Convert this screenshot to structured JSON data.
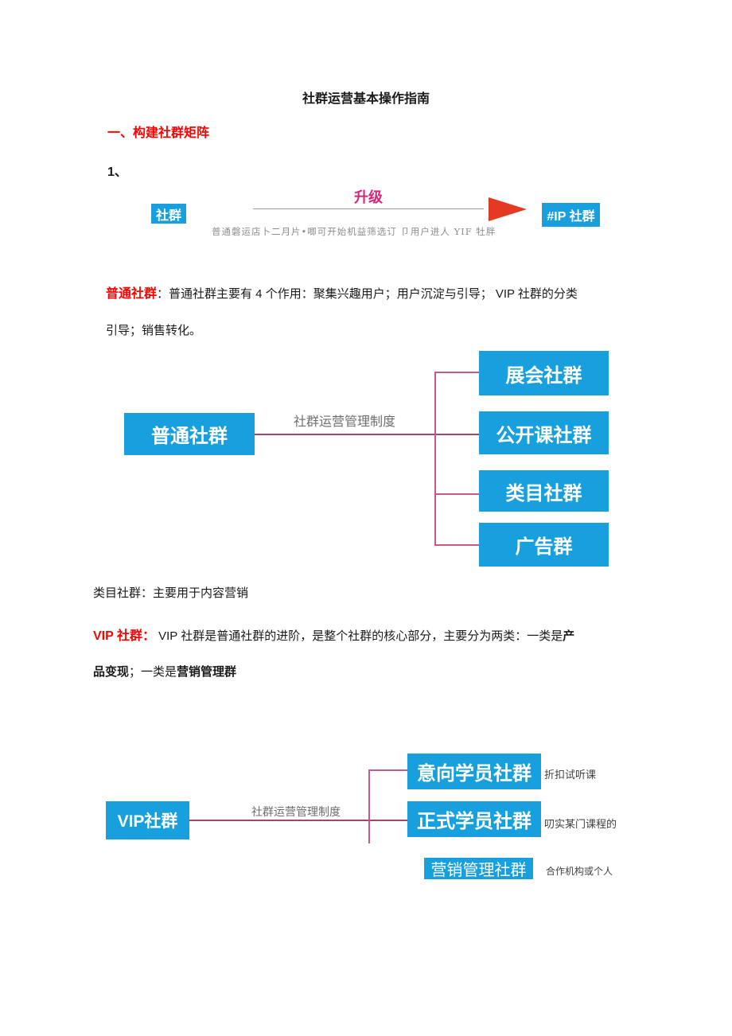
{
  "page": {
    "title": "社群运营基本操作指南"
  },
  "section": {
    "heading": "一、构建社群矩阵",
    "item_number": "1、"
  },
  "upgrade_diagram": {
    "left_box": "社群",
    "arrow_label": "升级",
    "right_box": "#IP 社群",
    "caption": "普通磐运店卜二月片•唧可开始机益筛选订 卩用户进人 YIF 牡胖"
  },
  "ordinary_paragraph": {
    "lead": "普通社群",
    "line1": "：普通社群主要有 4 个作用：聚集兴趣用户；用户沉淀与引导； VIP 社群的分类",
    "line2": "引导；销售转化。"
  },
  "ordinary_diagram": {
    "root": "普通社群",
    "edge_label": "社群运营管理制度",
    "children": [
      "展会社群",
      "公开课社群",
      "类目社群",
      "广告群"
    ]
  },
  "category_note": "类目社群：主要用于内容营销",
  "vip_paragraph": {
    "lead": "VIP 社群：",
    "line1_regular": "VIP 社群是普通社群的进阶，是整个社群的核心部分，主要分为两类：一类是",
    "line1_bold": "产",
    "line2_bold1": "品变现",
    "line2_regular": "；一类是",
    "line2_bold2": "营销管理群"
  },
  "vip_diagram": {
    "root": "VIP社群",
    "edge_label": "社群运营管理制度",
    "children": [
      {
        "label": "意向学员社群",
        "note": "折扣试听课"
      },
      {
        "label": "正式学员社群",
        "note": "叨实某门课程的"
      },
      {
        "label": "营销管理社群",
        "note": "合作机构或个人"
      }
    ]
  },
  "colors": {
    "box_blue": "#189fdd",
    "heading_red": "#ff0000",
    "upgrade_pink": "#d4257d",
    "arrow_red": "#e43a23",
    "line_gray": "#9b9b9b",
    "connector_pink": "#c35a8a",
    "connector_dark": "#a94462",
    "label_gray": "#6e6e6e",
    "caption_gray": "#8c8c8c",
    "note_gray": "#3f3f3f"
  }
}
